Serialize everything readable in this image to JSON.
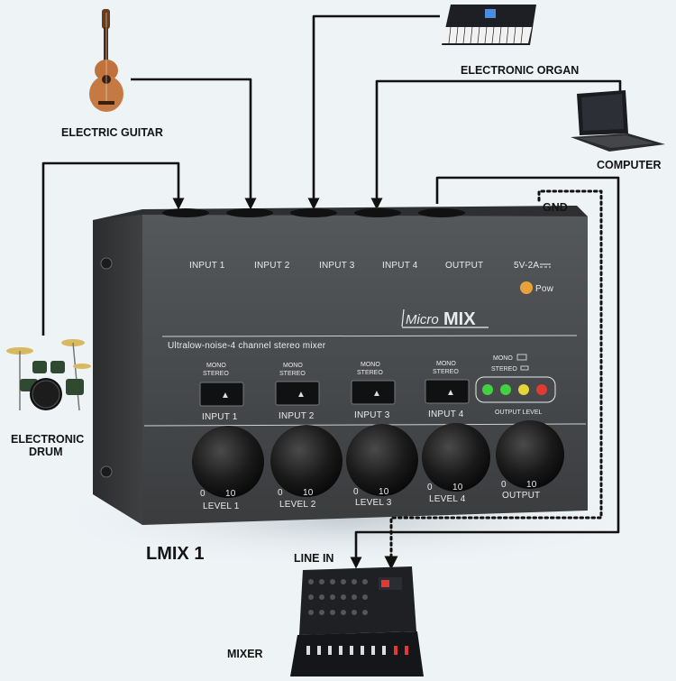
{
  "devices": {
    "guitar": "ELECTRIC GUITAR",
    "organ": "ELECTRONIC ORGAN",
    "computer": "COMPUTER",
    "drum_line1": "ELECTRONIC",
    "drum_line2": "DRUM",
    "mixer": "MIXER"
  },
  "connections": {
    "gnd": "GND",
    "line_in": "LINE IN"
  },
  "panel": {
    "inputs": [
      "INPUT 1",
      "INPUT 2",
      "INPUT 3",
      "INPUT 4"
    ],
    "output": "OUTPUT",
    "power_spec": "5V-2A",
    "power_led": "Pow",
    "brand_left": "Micro",
    "brand_right": "MIX",
    "tagline": "Ultralow-noise-4 channel stereo mixer",
    "switch_mono": "MONO",
    "switch_stereo": "STEREO",
    "switch_labels": [
      "INPUT 1",
      "INPUT 2",
      "INPUT 3",
      "INPUT 4"
    ],
    "meter_mono": "MONO",
    "meter_stereo": "STEREO",
    "meter_label": "OUTPUT LEVEL",
    "knob_min": "0",
    "knob_max": "10",
    "knob_labels": [
      "LEVEL 1",
      "LEVEL 2",
      "LEVEL 3",
      "LEVEL 4",
      "OUTPUT"
    ]
  },
  "product_name": "LMIX 1",
  "colors": {
    "background": "#eef3f6",
    "chassis": "#3b3d3f",
    "cable": "#111111",
    "led_green": "#43d043",
    "led_yellow": "#e2d63a",
    "led_red": "#e23a33",
    "power_led": "#e8a03a"
  },
  "icons": [
    "guitar-icon",
    "organ-icon",
    "computer-icon",
    "drum-kit-icon",
    "mixer-console-icon"
  ]
}
